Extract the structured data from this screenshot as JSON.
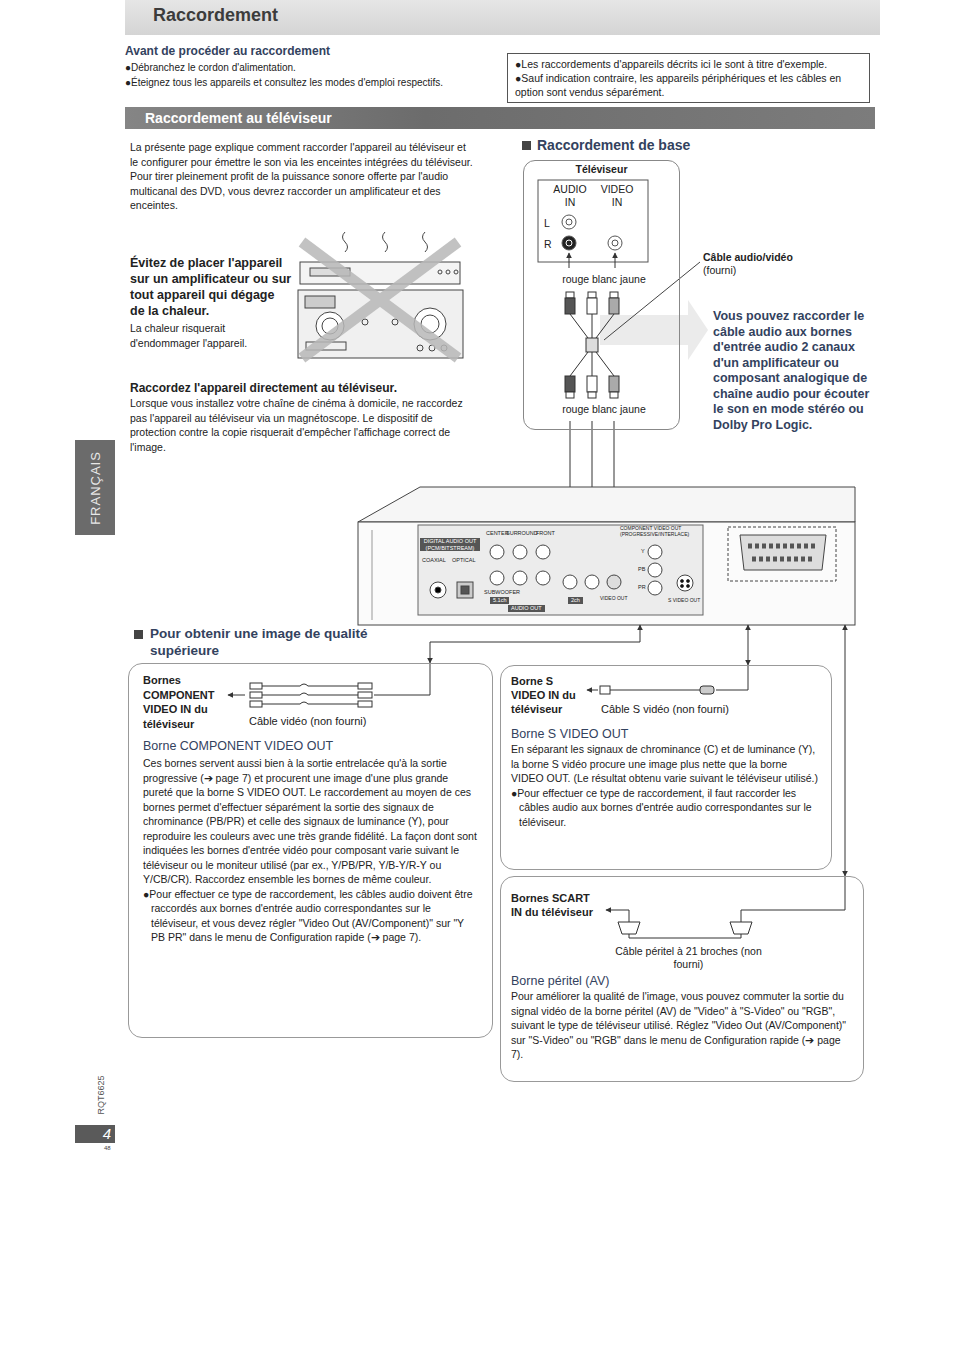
{
  "diagram": {
    "title": "Raccordement",
    "nodes": [
      {
        "text": [
          "●Les raccordements d'appareils décrits ici le sont à titre d'exemple.",
          "●Sauf indication contraire, les appareils périphériques et les câbles en option sont vendus séparément."
        ]
      },
      {
        "text": [
          "Raccordement au téléviseur"
        ]
      },
      {
        "text": [
          "Téléviseur",
          "AUDIO IN",
          "VIDEO IN",
          "L",
          "R",
          "rouge blanc jaune",
          "rouge blanc jaune"
        ]
      },
      {
        "text": [
          "FRANÇAIS"
        ]
      },
      {
        "text": [
          "DIGITAL AUDIO OUT (PCM/BITSTREAM)",
          "COAXIAL",
          "OPTICAL",
          "CENTER",
          "SURROUND",
          "FRONT",
          "SUBWOOFER",
          "5.1ch",
          "2ch",
          "AUDIO OUT",
          "COMPONENT VIDEO OUT (PROGRESSIVE/INTERLACE)",
          "Y",
          "PB",
          "PR",
          "VIDEO OUT",
          "S VIDEO OUT"
        ]
      },
      {
        "text": [
          "Bornes COMPONENT VIDEO IN du téléviseur",
          "Câble vidéo (non fourni)",
          "Borne COMPONENT VIDEO OUT",
          "Ces bornes servent aussi bien à la sortie entrelacée qu'à la sortie progressive (➔ page 7) et procurent une image d'une plus grande pureté que la borne S VIDEO OUT. Le raccordement au moyen de ces bornes permet d'effectuer séparément la sortie des signaux de chrominance (PB/PR) et celle des signaux de luminance (Y), pour reproduire les couleurs avec une très grande fidélité. La façon dont sont indiquées les bornes d'entrée vidéo pour composant varie suivant le téléviseur ou le moniteur utilisé (par ex., Y/PB/PR, Y/B-Y/R-Y ou Y/CB/CR). Raccordez ensemble les bornes de même couleur.",
          "●Pour effectuer ce type de raccordement, les câbles audio doivent être raccordés aux bornes d'entrée audio correspondantes sur le téléviseur, et vous devez régler \"Video Out (AV/Component)\" sur \"Y PB PR\" dans le menu de Configuration rapide (➔ page 7)."
        ]
      },
      {
        "text": [
          "Borne S VIDEO IN du téléviseur",
          "Câble S vidéo (non fourni)",
          "Borne S VIDEO OUT",
          "En séparant les signaux de chrominance (C) et de luminance (Y), la borne S vidéo procure une image plus nette que la borne VIDEO OUT. (Le résultat obtenu varie suivant le téléviseur utilisé.)",
          "●Pour effectuer ce type de raccordement, il faut raccorder les câbles audio aux bornes d'entrée audio correspondantes sur le téléviseur."
        ]
      },
      {
        "text": [
          "Bornes SCART IN du téléviseur",
          "Câble péritel à 21 broches (non fourni)",
          "Borne péritel (AV)",
          "Pour améliorer la qualité de l'image, vous pouvez commuter la sortie du signal vidéo de la borne péritel (AV) de \"Video\" à \"S-Video\" ou \"RGB\", suivant le type de téléviseur utilisé. Réglez \"Video Out (AV/Component)\" sur \"S-Video\" ou \"RGB\" dans le menu de Configuration rapide (➔ page 7)."
        ]
      },
      {
        "text": [
          "4"
        ]
      }
    ],
    "edges": [
      {
        "from": 4,
        "to": 2,
        "arrow": "none"
      },
      {
        "from": 4,
        "to": 5,
        "arrow": "both"
      },
      {
        "from": 4,
        "to": 6,
        "arrow": "both"
      },
      {
        "from": 4,
        "to": 7,
        "arrow": "both"
      }
    ],
    "labels": [
      "Avant de procéder au raccordement",
      "●Débranchez le cordon d'alimentation.",
      "●Éteignez tous les appareils et consultez les modes d'emploi respectifs.",
      "La présente page explique comment raccorder l'appareil au téléviseur et le configurer pour émettre le son via les enceintes intégrées du téléviseur.",
      "Pour tirer pleinement profit de la puissance sonore offerte par l'audio multicanal des DVD, vous devrez raccorder un amplificateur et des enceintes.",
      "Évitez de placer l'appareil sur un amplificateur ou sur tout appareil qui dégage de la chaleur.",
      "La chaleur risquerait d'endommager l'appareil.",
      "Raccordez l'appareil directement au téléviseur.",
      "Lorsque vous installez votre chaîne de cinéma à domicile, ne raccordez pas l'appareil au téléviseur via un magnétoscope. Le dispositif de protection contre la copie risquerait d'empêcher l'affichage correct de l'image.",
      "Raccordement de base",
      "Câble audio/vidéo",
      "(fourni)",
      "Vous pouvez raccorder le câble audio aux bornes d'entrée audio 2 canaux d'un amplificateur ou composant analogique de chaîne audio pour écouter le son en mode stéréo ou Dolby Pro Logic.",
      "Pour obtenir une image de qualité supérieure",
      "RQT6625",
      "48"
    ]
  }
}
